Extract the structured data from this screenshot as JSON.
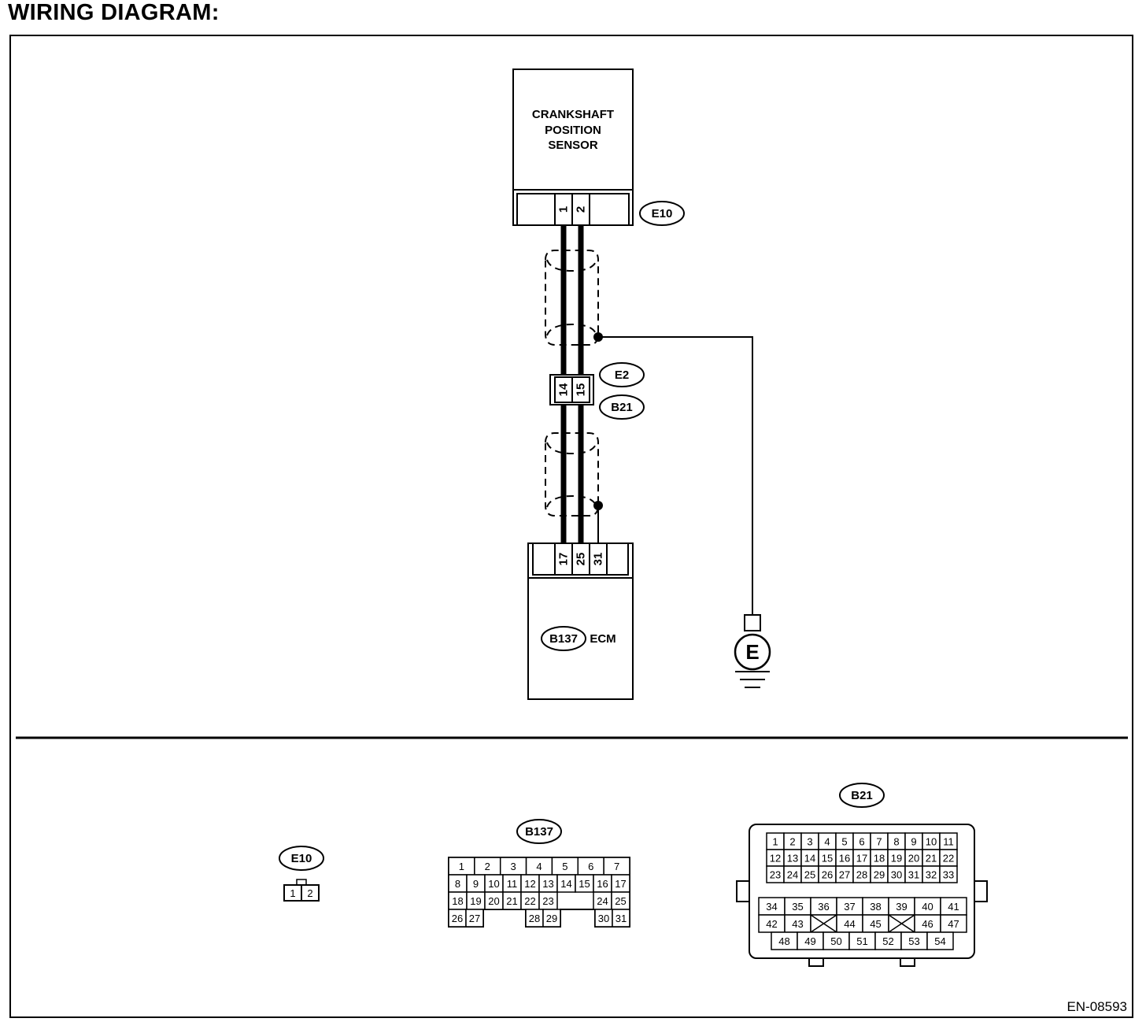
{
  "page": {
    "title": "WIRING DIAGRAM:",
    "drawing_code": "EN-08593"
  },
  "components": {
    "sensor": {
      "name_lines": [
        "CRANKSHAFT",
        "POSITION",
        "SENSOR"
      ],
      "connector": "E10",
      "pins": [
        "1",
        "2"
      ]
    },
    "joint": {
      "connector_top": "E2",
      "connector_bottom": "B21",
      "pins": [
        "14",
        "15"
      ]
    },
    "ecm": {
      "name": "ECM",
      "connector": "B137",
      "pins": [
        "17",
        "25",
        "31"
      ]
    },
    "ground": {
      "symbol": "E"
    }
  },
  "connector_views": {
    "e10": {
      "label": "E10",
      "pins": [
        "1",
        "2"
      ]
    },
    "b137": {
      "label": "B137",
      "top_row": [
        "1",
        "2",
        "3",
        "4",
        "5",
        "6",
        "7"
      ],
      "row2": [
        "8",
        "9",
        "10",
        "11",
        "12",
        "13",
        "14",
        "15",
        "16",
        "17"
      ],
      "row3_left": [
        "18",
        "19",
        "20",
        "21",
        "22",
        "23"
      ],
      "row3_right": [
        "24",
        "25"
      ],
      "row4_a": [
        "26",
        "27"
      ],
      "row4_b": [
        "28",
        "29"
      ],
      "row4_c": [
        "30",
        "31"
      ]
    },
    "b21": {
      "label": "B21",
      "upper": [
        [
          "1",
          "2",
          "3",
          "4",
          "5",
          "6",
          "7",
          "8",
          "9",
          "10",
          "11"
        ],
        [
          "12",
          "13",
          "14",
          "15",
          "16",
          "17",
          "18",
          "19",
          "20",
          "21",
          "22"
        ],
        [
          "23",
          "24",
          "25",
          "26",
          "27",
          "28",
          "29",
          "30",
          "31",
          "32",
          "33"
        ]
      ],
      "lower_row1": [
        "34",
        "35",
        "36",
        "37",
        "38",
        "39",
        "40",
        "41"
      ],
      "lower_row2": [
        "42",
        "43",
        "",
        "44",
        "45",
        "",
        "46",
        "47"
      ],
      "lower_row3": [
        "48",
        "49",
        "50",
        "51",
        "52",
        "53",
        "54"
      ]
    }
  }
}
